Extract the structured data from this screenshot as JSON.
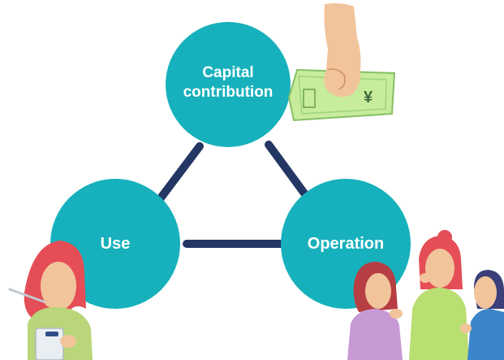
{
  "diagram": {
    "nodes": [
      {
        "id": "capital",
        "label_lines": [
          "Capital",
          "contribution"
        ]
      },
      {
        "id": "use",
        "label_lines": [
          "Use"
        ]
      },
      {
        "id": "operation",
        "label_lines": [
          "Operation"
        ]
      }
    ],
    "edges": [
      {
        "from": "capital",
        "to": "use"
      },
      {
        "from": "capital",
        "to": "operation"
      },
      {
        "from": "use",
        "to": "operation"
      }
    ]
  },
  "illustrations": {
    "banknote_symbol": "¥"
  },
  "colors": {
    "node_fill": "#16b1bc",
    "connector": "#243664",
    "banknote": "#c7ec9c",
    "skin": "#f2c49b"
  }
}
